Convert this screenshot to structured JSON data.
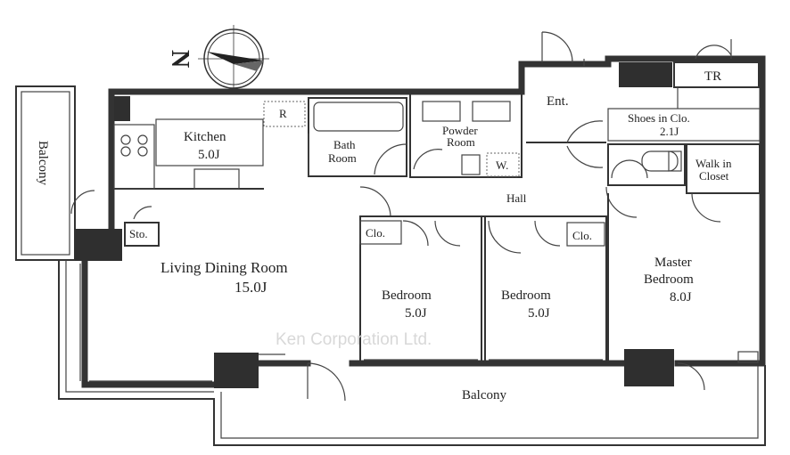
{
  "compass": {
    "north_label": "N"
  },
  "rooms": {
    "balcony_left": "Balcony",
    "kitchen_name": "Kitchen",
    "kitchen_size": "5.0J",
    "fridge": "R",
    "bath_line1": "Bath",
    "bath_line2": "Room",
    "powder_line1": "Powder",
    "powder_line2": "Room",
    "washer": "W.",
    "entrance": "Ent.",
    "toilet": "TR",
    "shoes_line1": "Shoes in Clo.",
    "shoes_line2": "2.1J",
    "walkin_line1": "Walk in",
    "walkin_line2": "Closet",
    "hall": "Hall",
    "storage": "Sto.",
    "closet_1": "Clo.",
    "closet_2": "Clo.",
    "living_name": "Living Dining Room",
    "living_size": "15.0J",
    "bedroom1_name": "Bedroom",
    "bedroom1_size": "5.0J",
    "bedroom2_name": "Bedroom",
    "bedroom2_size": "5.0J",
    "master_line1": "Master",
    "master_line2": "Bedroom",
    "master_size": "8.0J",
    "balcony_bottom": "Balcony"
  },
  "watermark": "Ken Corporation Ltd."
}
